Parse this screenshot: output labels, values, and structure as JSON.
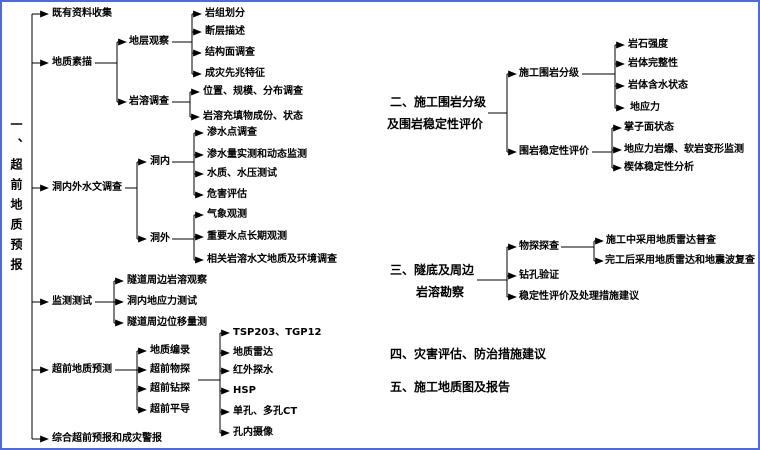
{
  "colors": {
    "border": "#4f6bd9",
    "text": "#000000",
    "background": "#ffffff"
  },
  "s1": {
    "title": "一、超前地质预报",
    "existing_data": "既有资料收集",
    "sketch": {
      "label": "地质素描",
      "strata": {
        "label": "地层观察",
        "items": [
          "岩组划分",
          "断层描述",
          "结构面调查",
          "成灾先兆特征"
        ]
      },
      "karst": {
        "label": "岩溶调查",
        "items": [
          "位置、规模、分布调查",
          "岩溶充填物成份、状态"
        ]
      }
    },
    "hydro": {
      "label": "洞内外水文调查",
      "inside": {
        "label": "洞内",
        "items": [
          "渗水点调查",
          "渗水量实测和动态监测",
          "水质、水压测试",
          "危害评估"
        ]
      },
      "outside": {
        "label": "洞外",
        "items": [
          "气象观测",
          "重要水点长期观测",
          "相关岩溶水文地质及环境调查"
        ]
      }
    },
    "monitor": {
      "label": "监测测试",
      "items": [
        "隧道周边岩溶观察",
        "洞内地应力测试",
        "隧道周边位移量测"
      ]
    },
    "forecast": {
      "label": "超前地质预测",
      "items": [
        "地质编录",
        "超前物探",
        "超前钻探",
        "超前平导"
      ],
      "methods": [
        "TSP203、TGP12",
        "地质雷达",
        "红外探水",
        "HSP",
        "单孔、多孔CT",
        "孔内摄像"
      ]
    },
    "summary": "综合超前预报和成灾警报"
  },
  "s2": {
    "title_line1": "二、施工围岩分级",
    "title_line2": "及围岩稳定性评价",
    "grading": {
      "label": "施工围岩分级",
      "items": [
        "岩石强度",
        "岩体完整性",
        "岩体含水状态",
        "地应力"
      ]
    },
    "stability": {
      "label": "围岩稳定性评价",
      "items": [
        "掌子面状态",
        "地应力岩爆、软岩变形监测",
        "楔体稳定性分析"
      ]
    }
  },
  "s3": {
    "title_line1": "三、隧底及周边",
    "title_line2": "岩溶勘察",
    "geophysical": {
      "label": "物探探查",
      "items": [
        "施工中采用地质雷达普查",
        "完工后采用地质雷达和地震波复查"
      ]
    },
    "drilling": "钻孔验证",
    "evaluation": "稳定性评价及处理措施建议"
  },
  "s4": {
    "title": "四、灾害评估、防治措施建议"
  },
  "s5": {
    "title": "五、施工地质图及报告"
  }
}
